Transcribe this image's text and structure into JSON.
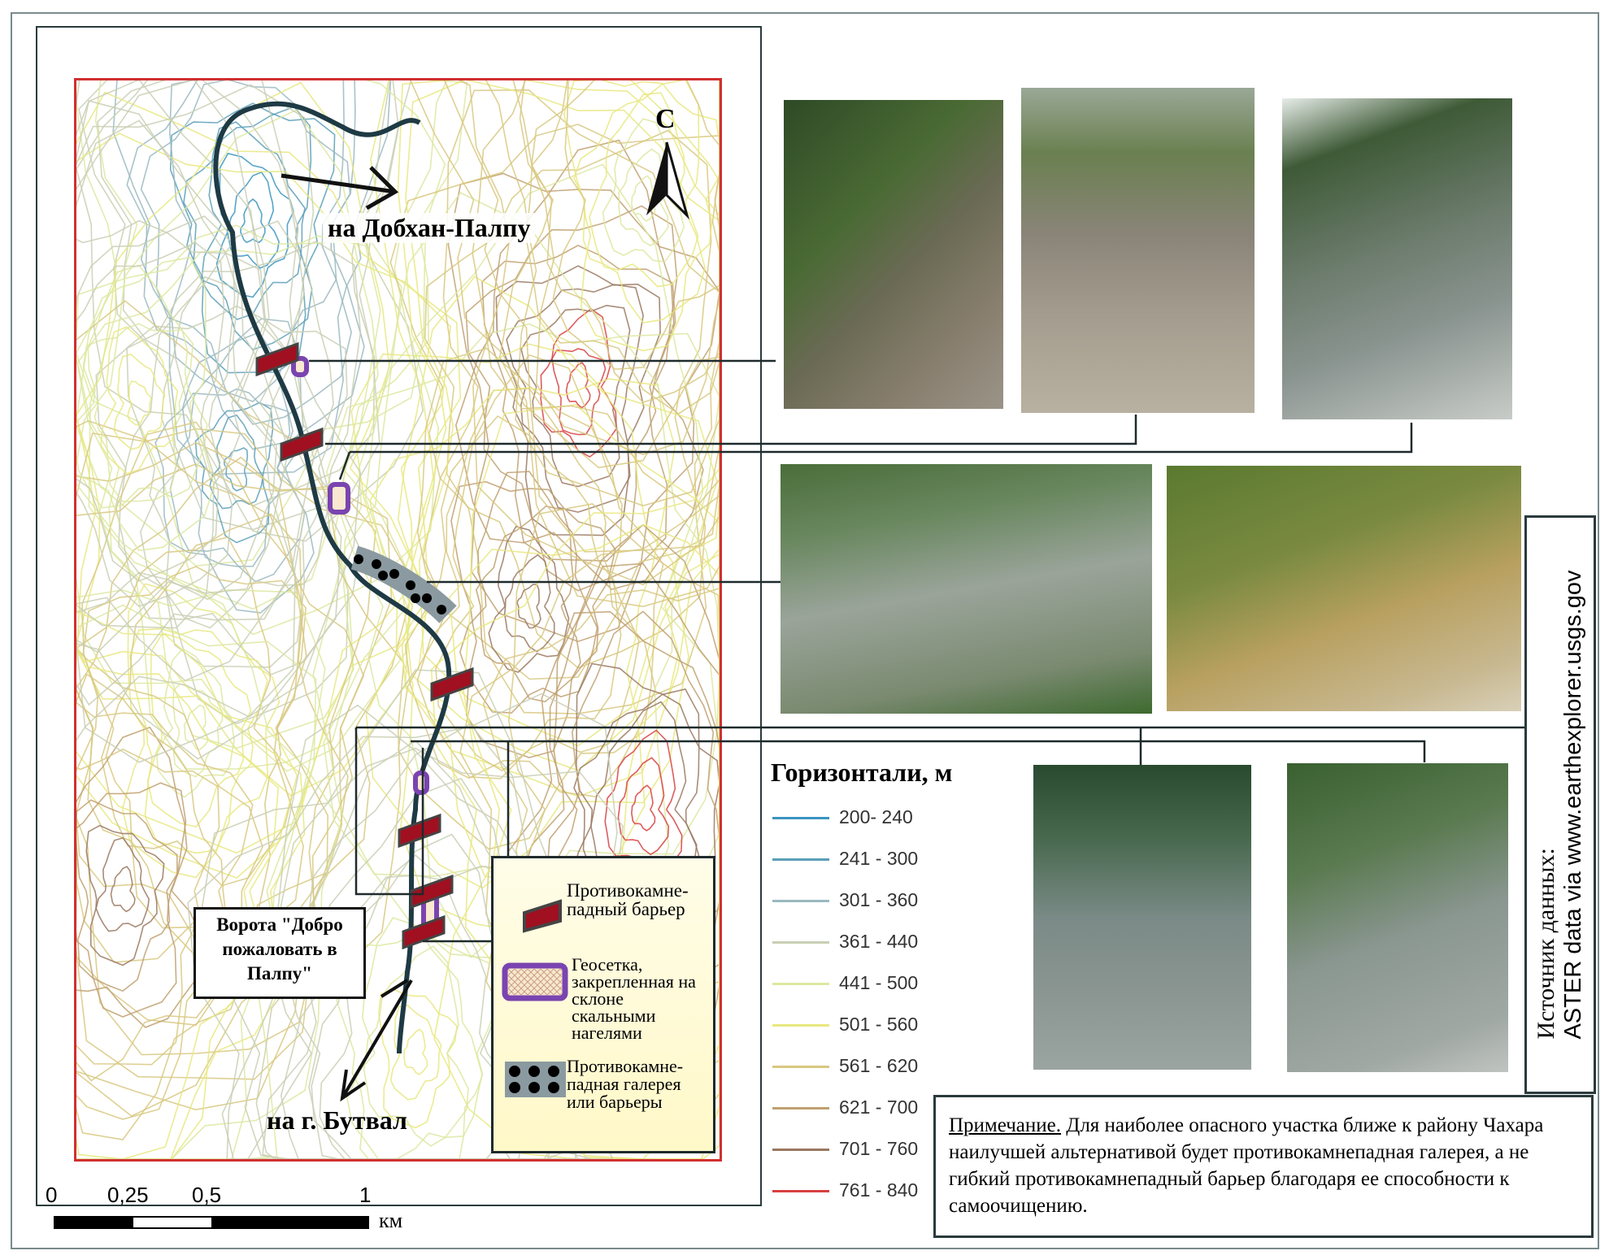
{
  "map": {
    "north_label": "С",
    "to_dobkhan": "на Добхан-Палпу",
    "to_butwal": "на г. Бутвал",
    "gate_label": "Ворота \"Добро пожаловать в Палпу\"",
    "scale": {
      "labels": [
        "0",
        "0,25",
        "0,5",
        "1"
      ],
      "unit": "км"
    },
    "legend": [
      {
        "icon": "barrier-icon",
        "label": "Противокамне-падный барьер"
      },
      {
        "icon": "geogrid-icon",
        "label": "Геосетка, закрепленная на склоне скальными нагелями"
      },
      {
        "icon": "gallery-icon",
        "label": "Противокамне-падная галерея или барьеры"
      }
    ]
  },
  "contours": {
    "title": "Горизонтали, м",
    "items": [
      {
        "range": "200- 240",
        "color": "#3a95c0"
      },
      {
        "range": "241 - 300",
        "color": "#5a9fb8"
      },
      {
        "range": "301 - 360",
        "color": "#9ab9c0"
      },
      {
        "range": "361 - 440",
        "color": "#c9cfb4"
      },
      {
        "range": "441 - 500",
        "color": "#dde8a0"
      },
      {
        "range": "501 - 560",
        "color": "#e8e880"
      },
      {
        "range": "561 - 620",
        "color": "#d8c880"
      },
      {
        "range": "621 - 700",
        "color": "#c0a070"
      },
      {
        "range": "701 - 760",
        "color": "#9a7860"
      },
      {
        "range": "761 - 840",
        "color": "#d84040"
      }
    ]
  },
  "note": {
    "label": "Примечание.",
    "text": " Для наиболее опасного участка ближе к району Чахара наилучшей альтернативой будет противокамнепадная галерея, а не гибкий противокамнепадный барьер благодаря ее способности к самоочищению."
  },
  "source": {
    "label": "Источник данных:",
    "text": "ASTER data via www.earthexplorer.usgs.gov"
  },
  "colors": {
    "frame_red": "#d03030",
    "barrier": "#a01020",
    "geogrid": "#7a44b0",
    "road": "#1e3a44"
  }
}
